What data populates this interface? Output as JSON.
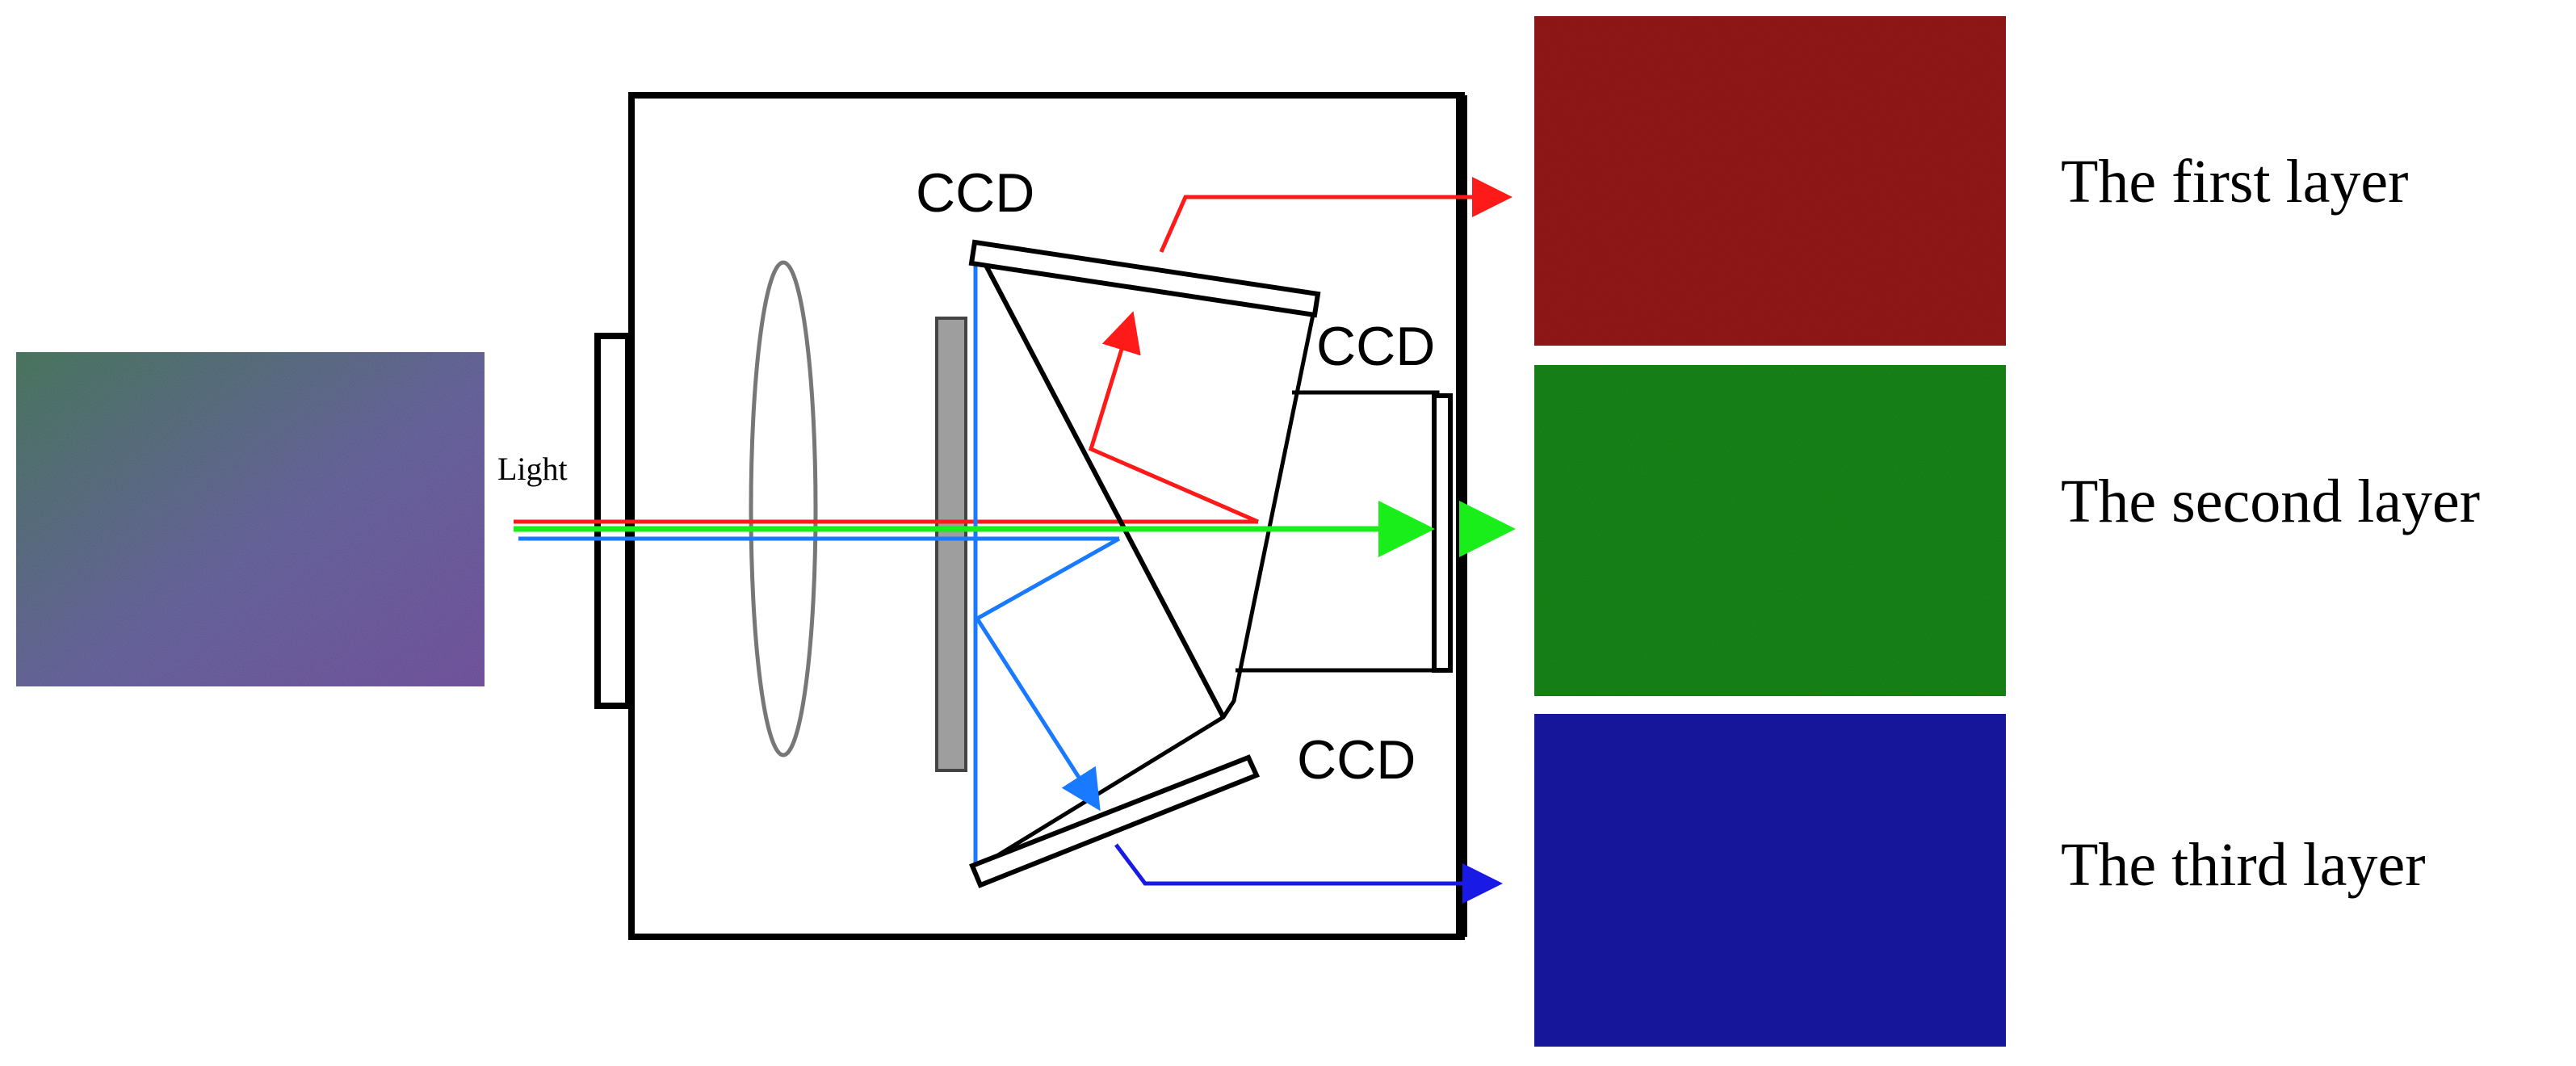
{
  "labels": {
    "light": "Light",
    "ccd_top": "CCD",
    "ccd_right": "CCD",
    "ccd_bottom": "CCD"
  },
  "layers": [
    {
      "name": "The first layer",
      "color": "#9a1a1a"
    },
    {
      "name": "The second layer",
      "color": "#1a8a1a"
    },
    {
      "name": "The third layer",
      "color": "#1a1aa8"
    }
  ],
  "beam_colors": {
    "red": "#ff1a1a",
    "green": "#1aee1a",
    "blue": "#1a7aff",
    "dark_blue": "#1a1ae6"
  },
  "input_image": {
    "colors": [
      "#4f7f66",
      "#6e6aa6",
      "#7a5aa8"
    ]
  }
}
